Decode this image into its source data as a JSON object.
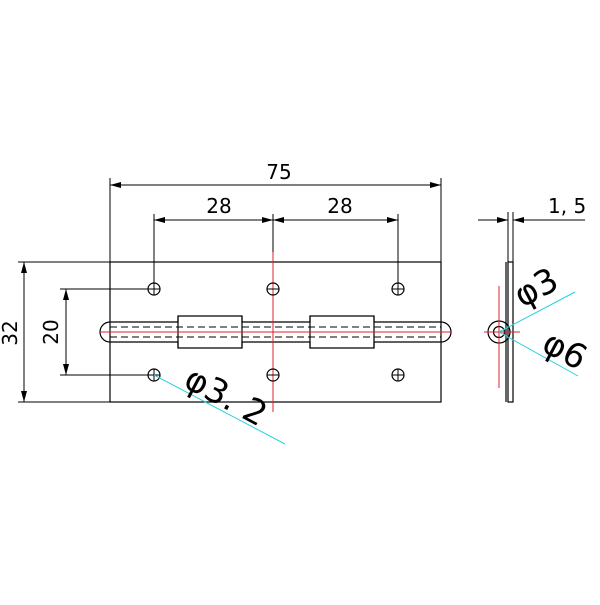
{
  "drawing": {
    "front_view": {
      "overall_length": "75",
      "hole_pitch_left": "28",
      "hole_pitch_right": "28",
      "overall_width": "32",
      "hole_row_spacing": "20",
      "hole_diameter": "φ3. 2"
    },
    "side_view": {
      "thickness": "1, 5",
      "pin_diameter": "φ3",
      "knuckle_diameter": "φ6"
    },
    "colors": {
      "outline": "#000000",
      "centerline": "#e0212c",
      "leader": "#28d0e0"
    }
  }
}
